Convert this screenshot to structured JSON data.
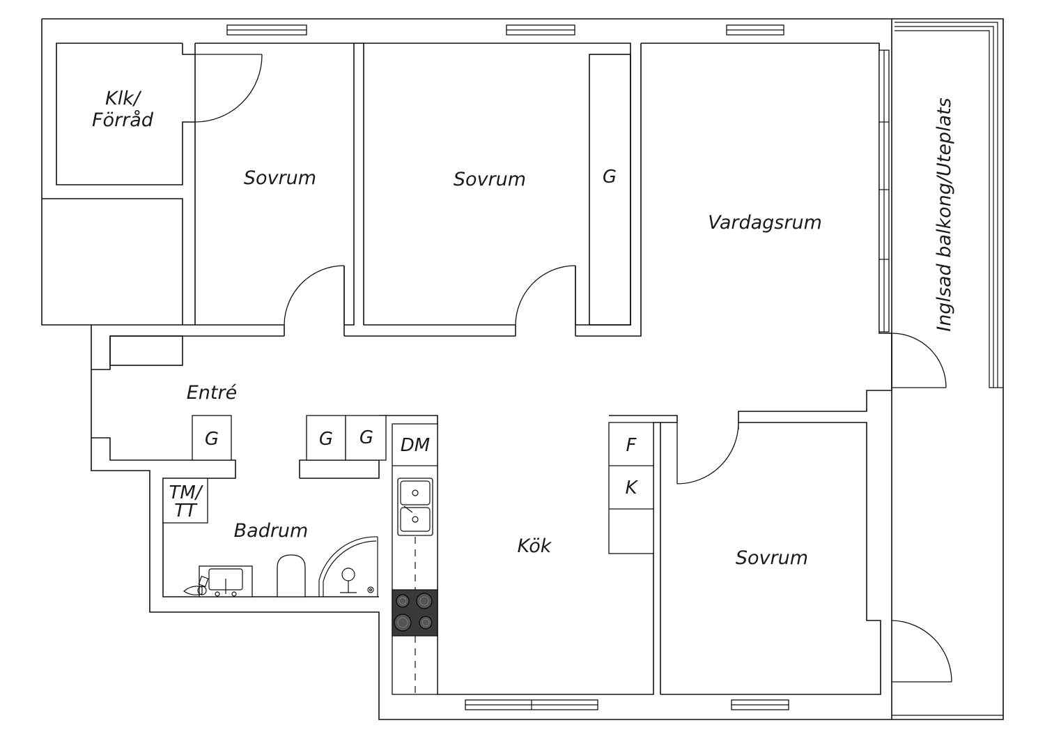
{
  "rooms": {
    "closet": [
      "Klk/",
      "Förråd"
    ],
    "bedroom_1": "Sovrum",
    "bedroom_2": "Sovrum",
    "bedroom_3": "Sovrum",
    "living_room": "Vardagsrum",
    "balcony": "Inglsad balkong/Uteplats",
    "entrance": "Entré",
    "bathroom": "Badrum",
    "kitchen": "Kök"
  },
  "fixtures": {
    "wardrobe": "G",
    "dishwasher": "DM",
    "fridge": "F",
    "freezer": "K",
    "laundry": [
      "TM/",
      "TT"
    ]
  },
  "colors": {
    "line": "#111111",
    "stove": "#3a3a3a",
    "background": "#ffffff"
  }
}
